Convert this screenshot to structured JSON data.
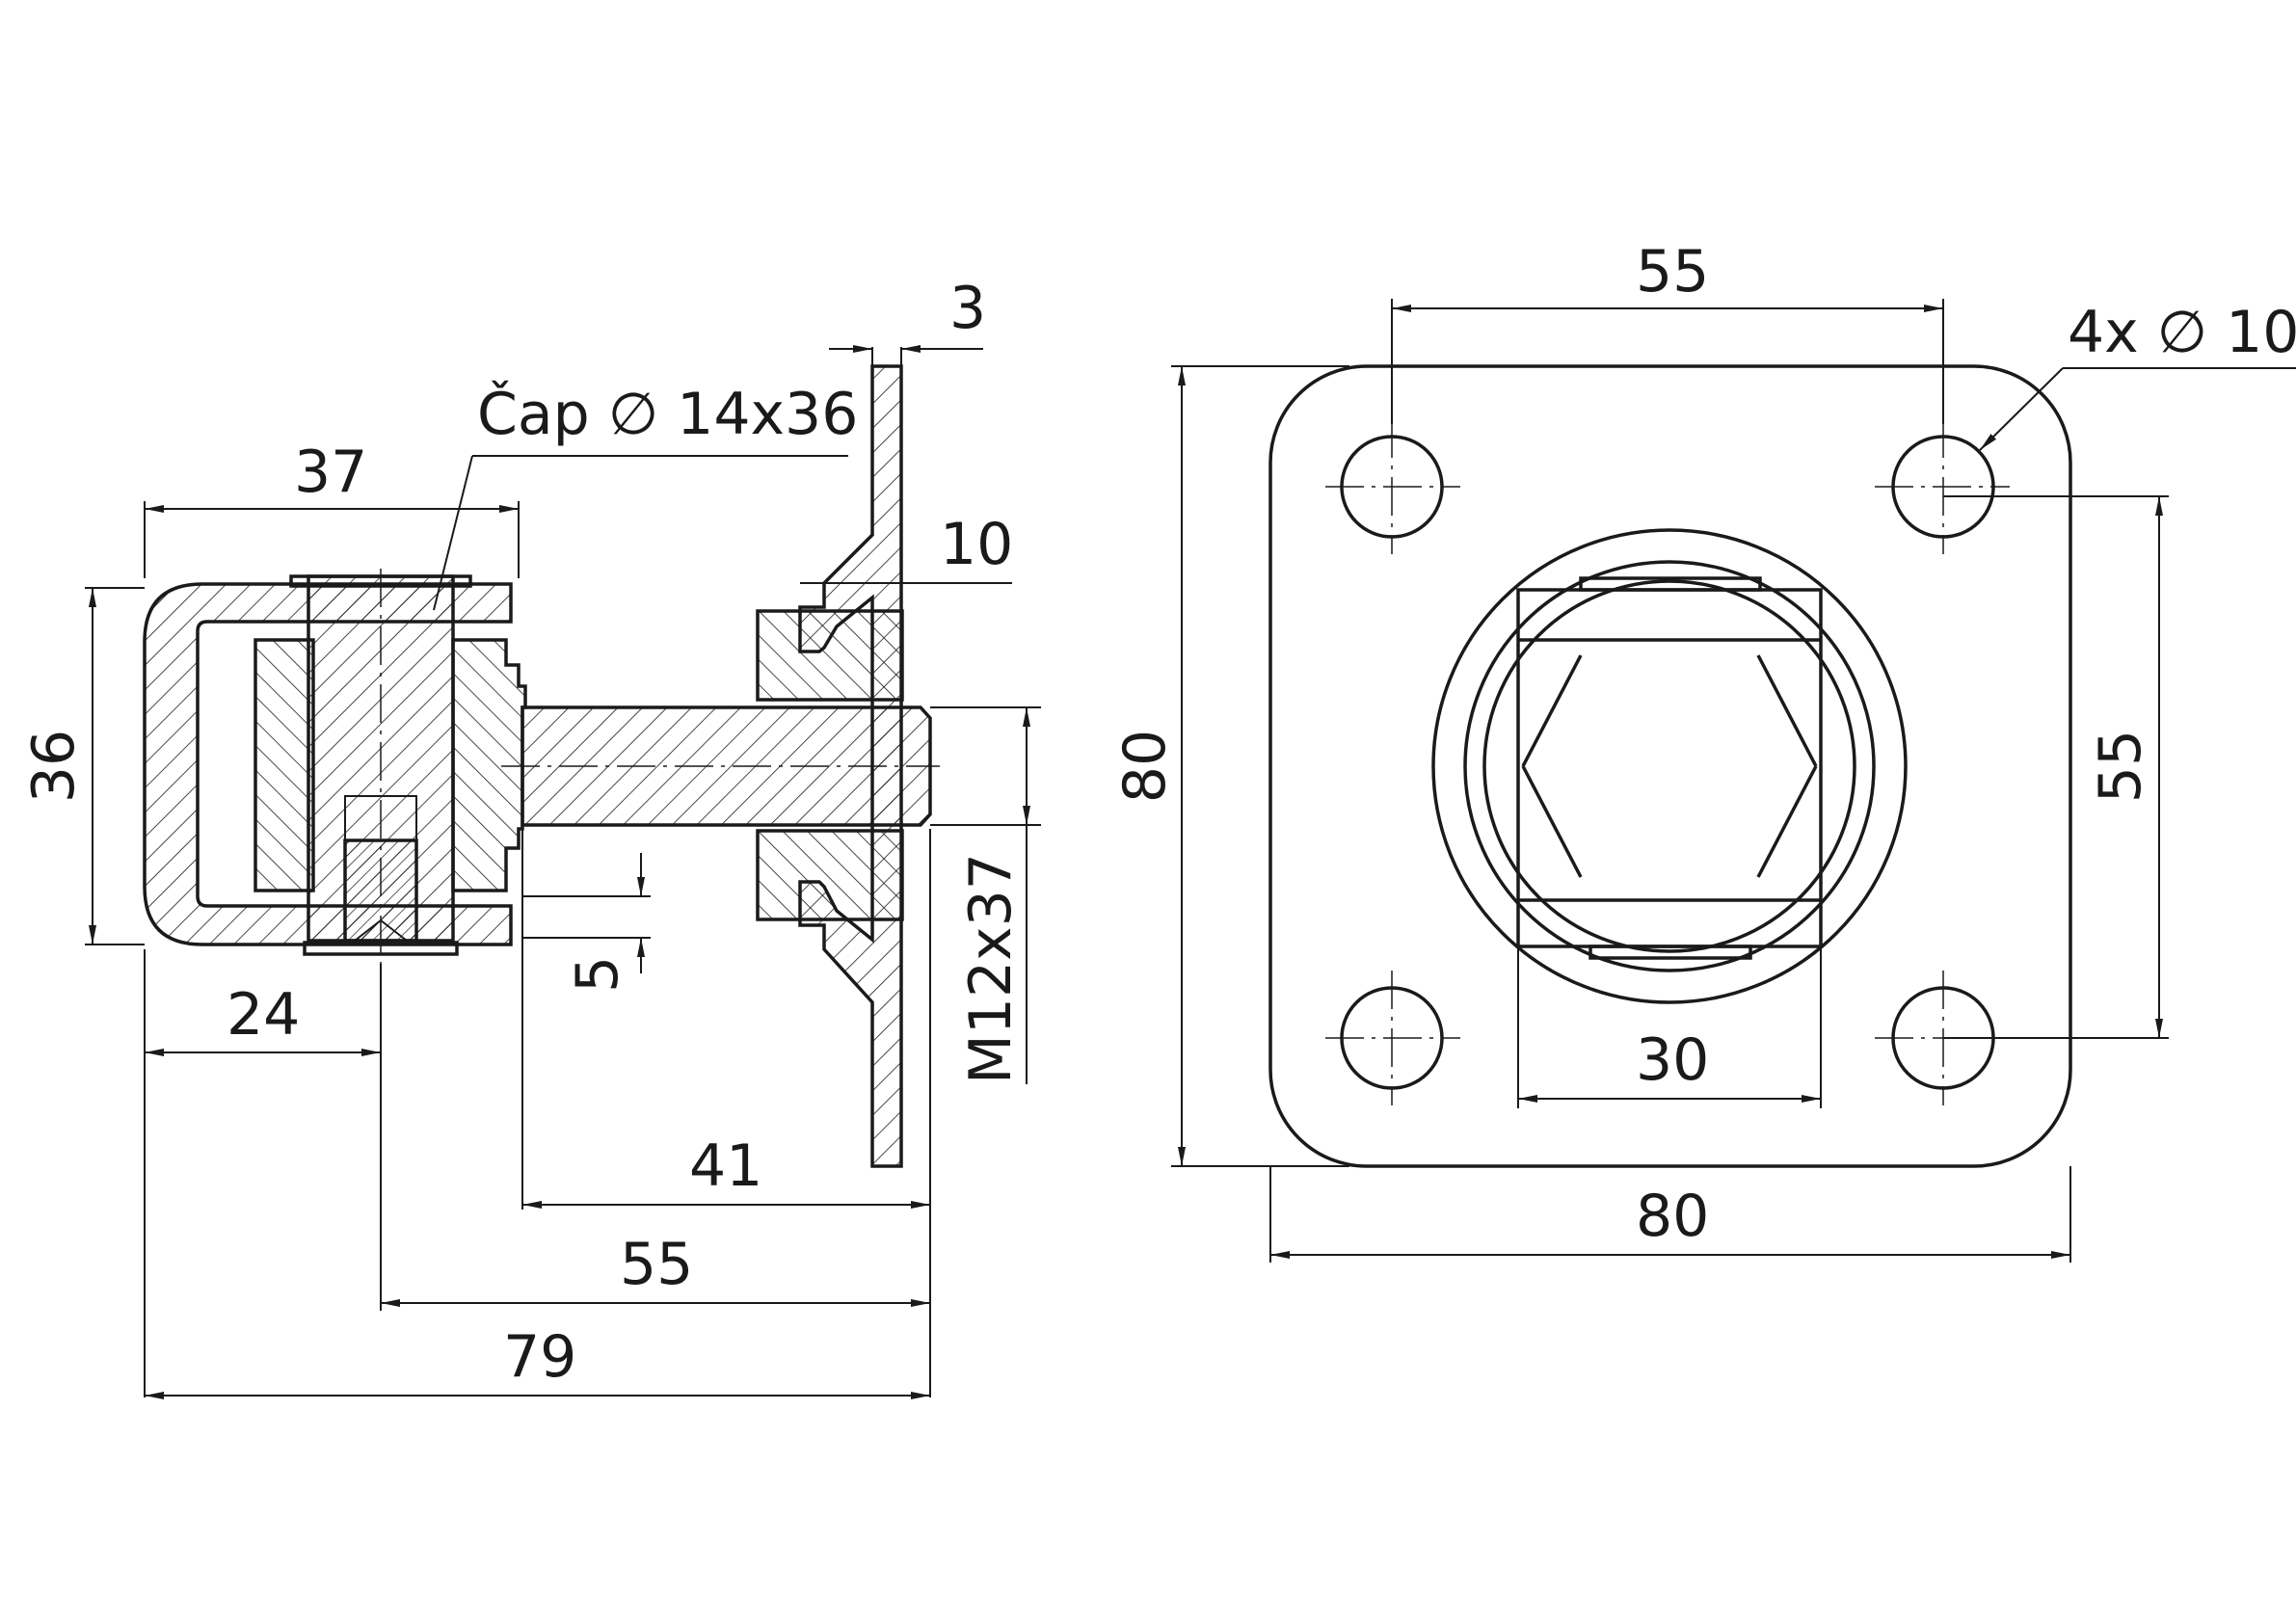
{
  "side_view": {
    "pin_label": "Čap ∅ 14x36",
    "dim_top_3": "3",
    "dim_37": "37",
    "dim_10": "10",
    "dim_36": "36",
    "dim_5": "5",
    "dim_thread": "M12x37",
    "dim_24": "24",
    "dim_41": "41",
    "dim_55": "55",
    "dim_79": "79"
  },
  "front_view": {
    "dim_top_55": "55",
    "dim_holes": "4x ∅ 10",
    "dim_left_80": "80",
    "dim_right_55": "55",
    "dim_30": "30",
    "dim_bottom_80": "80"
  }
}
